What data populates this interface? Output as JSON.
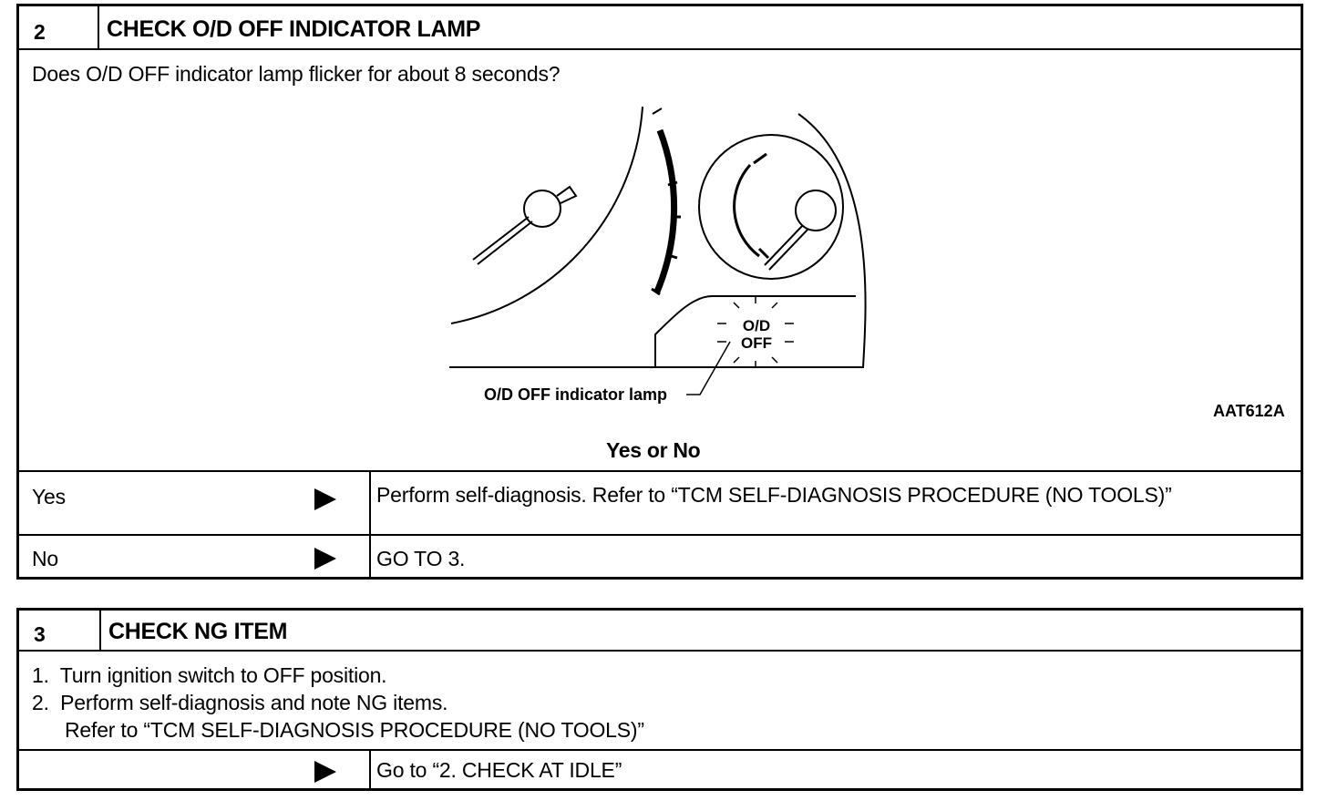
{
  "step2": {
    "number": "2",
    "title": "CHECK O/D OFF INDICATOR LAMP",
    "question": "Does O/D OFF indicator lamp flicker for about 8 seconds?",
    "figure": {
      "lamp_text_line1": "O/D",
      "lamp_text_line2": "OFF",
      "callout_label": "O/D OFF indicator lamp",
      "figure_code": "AAT612A"
    },
    "prompt": "Yes or No",
    "rows": [
      {
        "answer": "Yes",
        "action": "Perform self-diagnosis. Refer to “TCM SELF-DIAGNOSIS PROCEDURE (NO TOOLS)”"
      },
      {
        "answer": "No",
        "action": "GO TO 3."
      }
    ]
  },
  "step3": {
    "number": "3",
    "title": "CHECK NG ITEM",
    "steps": [
      "1.  Turn ignition switch to OFF position.",
      "2.  Perform self-diagnosis and note NG items.",
      "Refer to “TCM SELF-DIAGNOSIS PROCEDURE (NO TOOLS)”"
    ],
    "action": "Go to “2. CHECK AT IDLE”"
  }
}
